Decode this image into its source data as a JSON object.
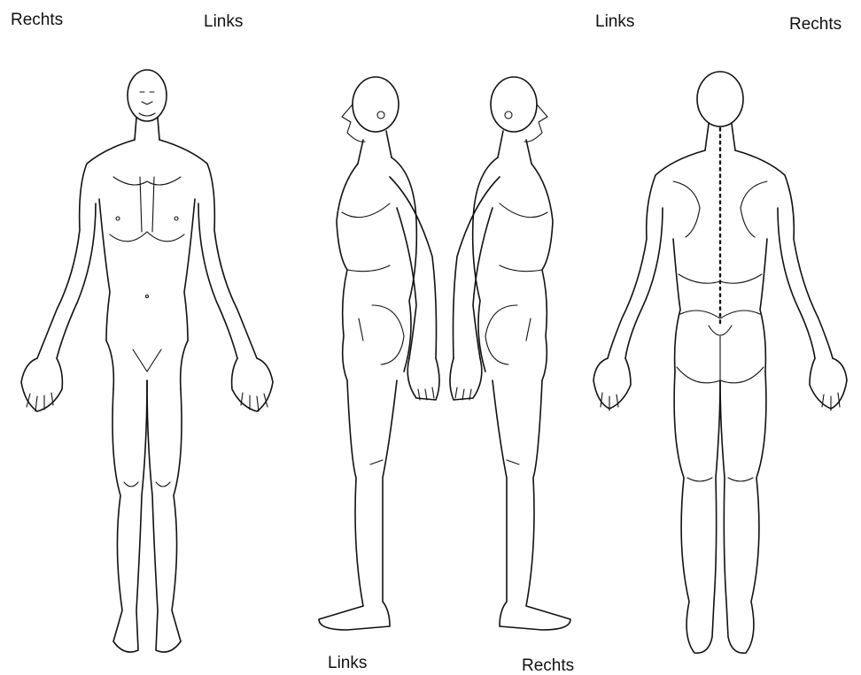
{
  "labels": {
    "front_right": "Rechts",
    "front_left": "Links",
    "back_left": "Links",
    "back_right": "Rechts",
    "side_left": "Links",
    "side_right": "Rechts"
  }
}
